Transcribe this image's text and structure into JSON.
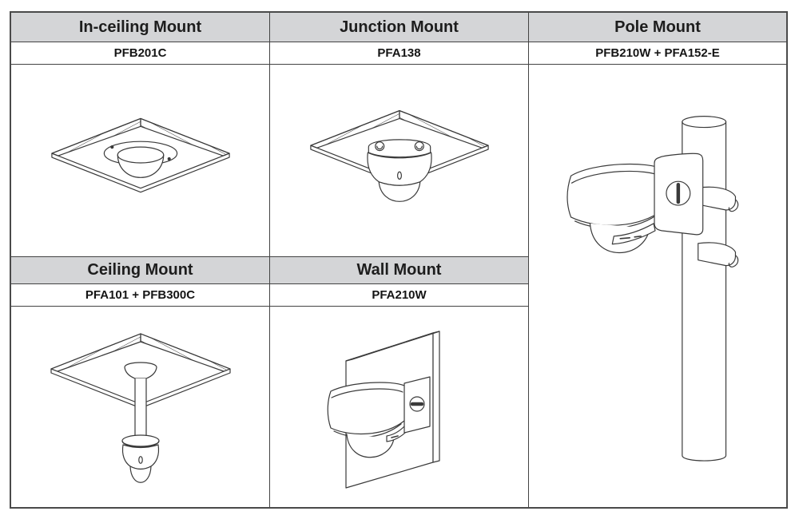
{
  "colors": {
    "page_bg": "#ffffff",
    "header_bg": "#d4d5d7",
    "border": "#434343",
    "line_art": "#3a3a3a",
    "text": "#1d1d1d"
  },
  "cells": {
    "in_ceiling": {
      "title": "In-ceiling Mount",
      "model": "PFB201C"
    },
    "junction": {
      "title": "Junction Mount",
      "model": "PFA138"
    },
    "pole": {
      "title": "Pole Mount",
      "model": "PFB210W + PFA152-E"
    },
    "ceiling": {
      "title": "Ceiling Mount",
      "model": "PFA101 + PFB300C"
    },
    "wall": {
      "title": "Wall Mount",
      "model": "PFA210W"
    }
  }
}
